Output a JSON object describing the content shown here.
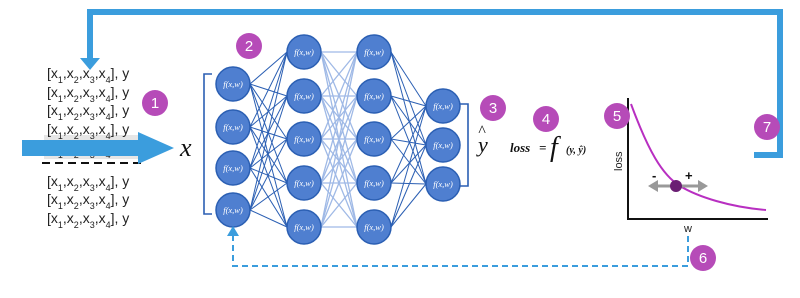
{
  "dataset": {
    "rows": [
      {
        "x1": "x",
        "s1": "1",
        "x2": "x",
        "s2": "2",
        "x3": "x",
        "s3": "3",
        "x4": "x",
        "s4": "4",
        "y": "y"
      },
      {
        "x1": "x",
        "s1": "1",
        "x2": "x",
        "s2": "2",
        "x3": "x",
        "s3": "3",
        "x4": "x",
        "s4": "4",
        "y": "y"
      },
      {
        "x1": "x",
        "s1": "1",
        "x2": "x",
        "s2": "2",
        "x3": "x",
        "s3": "3",
        "x4": "x",
        "s4": "4",
        "y": "y"
      },
      {
        "x1": "x",
        "s1": "1",
        "x2": "x",
        "s2": "2",
        "x3": "x",
        "s3": "3",
        "x4": "x",
        "s4": "4",
        "y": "y"
      },
      {
        "x1": "x",
        "s1": "1",
        "x2": "x",
        "s2": "2",
        "x3": "x",
        "s3": "3",
        "x4": "x",
        "s4": "4",
        "y": "y"
      },
      {
        "x1": "x",
        "s1": "1",
        "x2": "x",
        "s2": "2",
        "x3": "x",
        "s3": "3",
        "x4": "x",
        "s4": "4",
        "y": "y"
      },
      {
        "x1": "x",
        "s1": "1",
        "x2": "x",
        "s2": "2",
        "x3": "x",
        "s3": "3",
        "x4": "x",
        "s4": "4",
        "y": "y"
      },
      {
        "x1": "x",
        "s1": "1",
        "x2": "x",
        "s2": "2",
        "x3": "x",
        "s3": "3",
        "x4": "x",
        "s4": "4",
        "y": "y"
      }
    ]
  },
  "network": {
    "input_symbol": "x",
    "node_label": "f(x,w)",
    "output_symbol": "y",
    "output_hat": "^"
  },
  "loss_formula": {
    "loss_word": "loss",
    "equals": "=",
    "f": "f",
    "args": "(y, ŷ)"
  },
  "plot": {
    "ylabel": "loss",
    "xlabel": "w",
    "minus": "-",
    "plus": "+"
  },
  "badges": [
    "1",
    "2",
    "3",
    "4",
    "5",
    "6",
    "7"
  ],
  "colors": {
    "arrow_blue": "#3b9ddd",
    "node_fill": "#4f7fd0",
    "node_stroke": "#2b5fb3",
    "badge_purple": "#b64bb8",
    "curve_purple": "#b82fc1",
    "point_purple": "#6a1e73",
    "highlight_row": "#e6e6e6"
  }
}
